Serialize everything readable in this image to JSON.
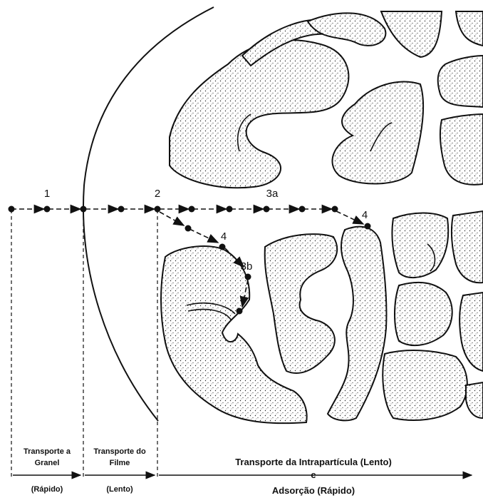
{
  "diagram": {
    "steps": {
      "s1": "1",
      "s2": "2",
      "s3a": "3a",
      "s3b": "3b",
      "s4_upper": "4",
      "s4_lower": "4"
    },
    "regions": [
      {
        "title": "Transporte a Granel",
        "title_line1": "Transporte a",
        "title_line2": "Granel",
        "speed": "(Rápido)"
      },
      {
        "title": "Transporte do Filme",
        "title_line1": "Transporte do",
        "title_line2": "Filme",
        "speed": "(Lento)"
      },
      {
        "title": "Transporte da Intrapartícula (Lento)",
        "connector": "e",
        "title2": "Adsorção (Rápido)"
      }
    ]
  }
}
